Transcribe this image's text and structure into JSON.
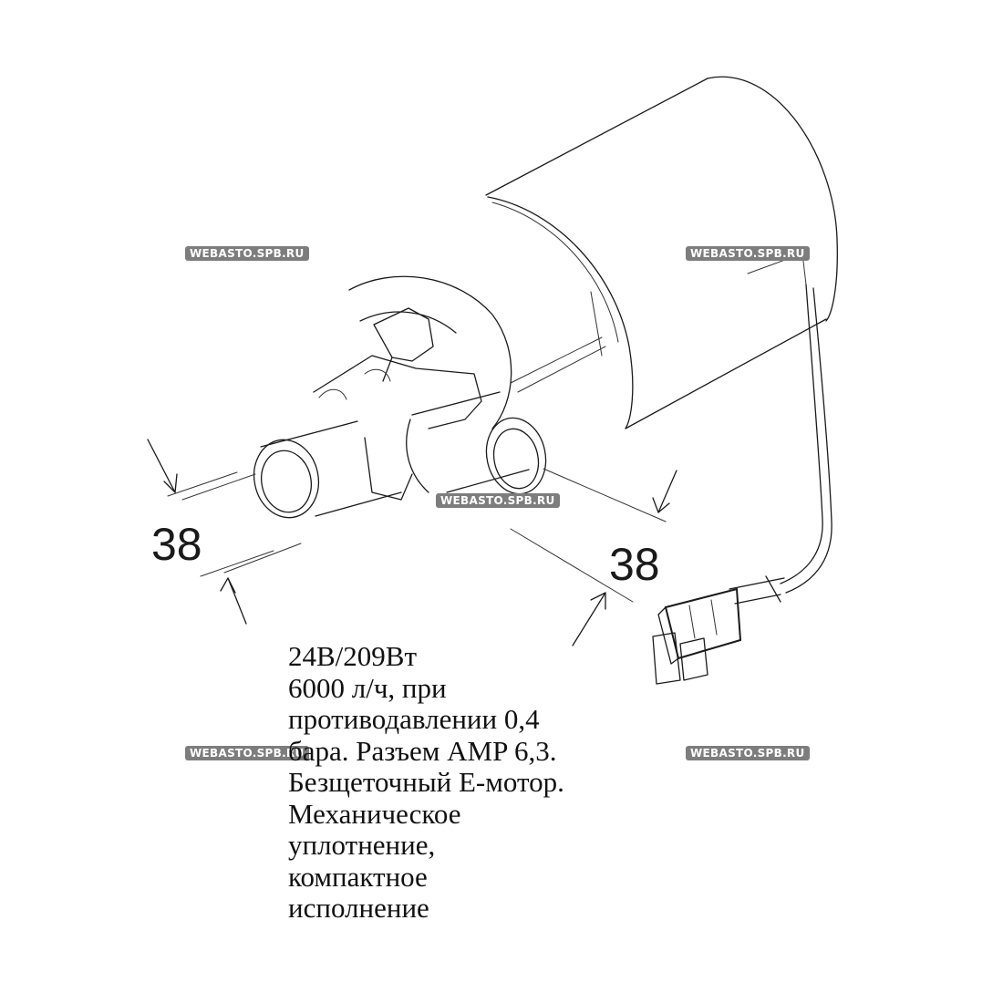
{
  "watermarks": [
    "WEBASTO.SPB.RU",
    "WEBASTO.SPB.RU",
    "WEBASTO.SPB.RU",
    "WEBASTO.SPB.RU",
    "WEBASTO.SPB.RU"
  ],
  "dimensions": {
    "left": "38",
    "right": "38"
  },
  "description": [
    "24В/209Вт",
    "6000 л/ч, при",
    "противодавлении 0,4",
    "бара. Разъем AMP 6,3.",
    "Безщеточный Е-мотор.",
    "Механическое",
    "уплотнение,",
    "компактное",
    "исполнение"
  ]
}
